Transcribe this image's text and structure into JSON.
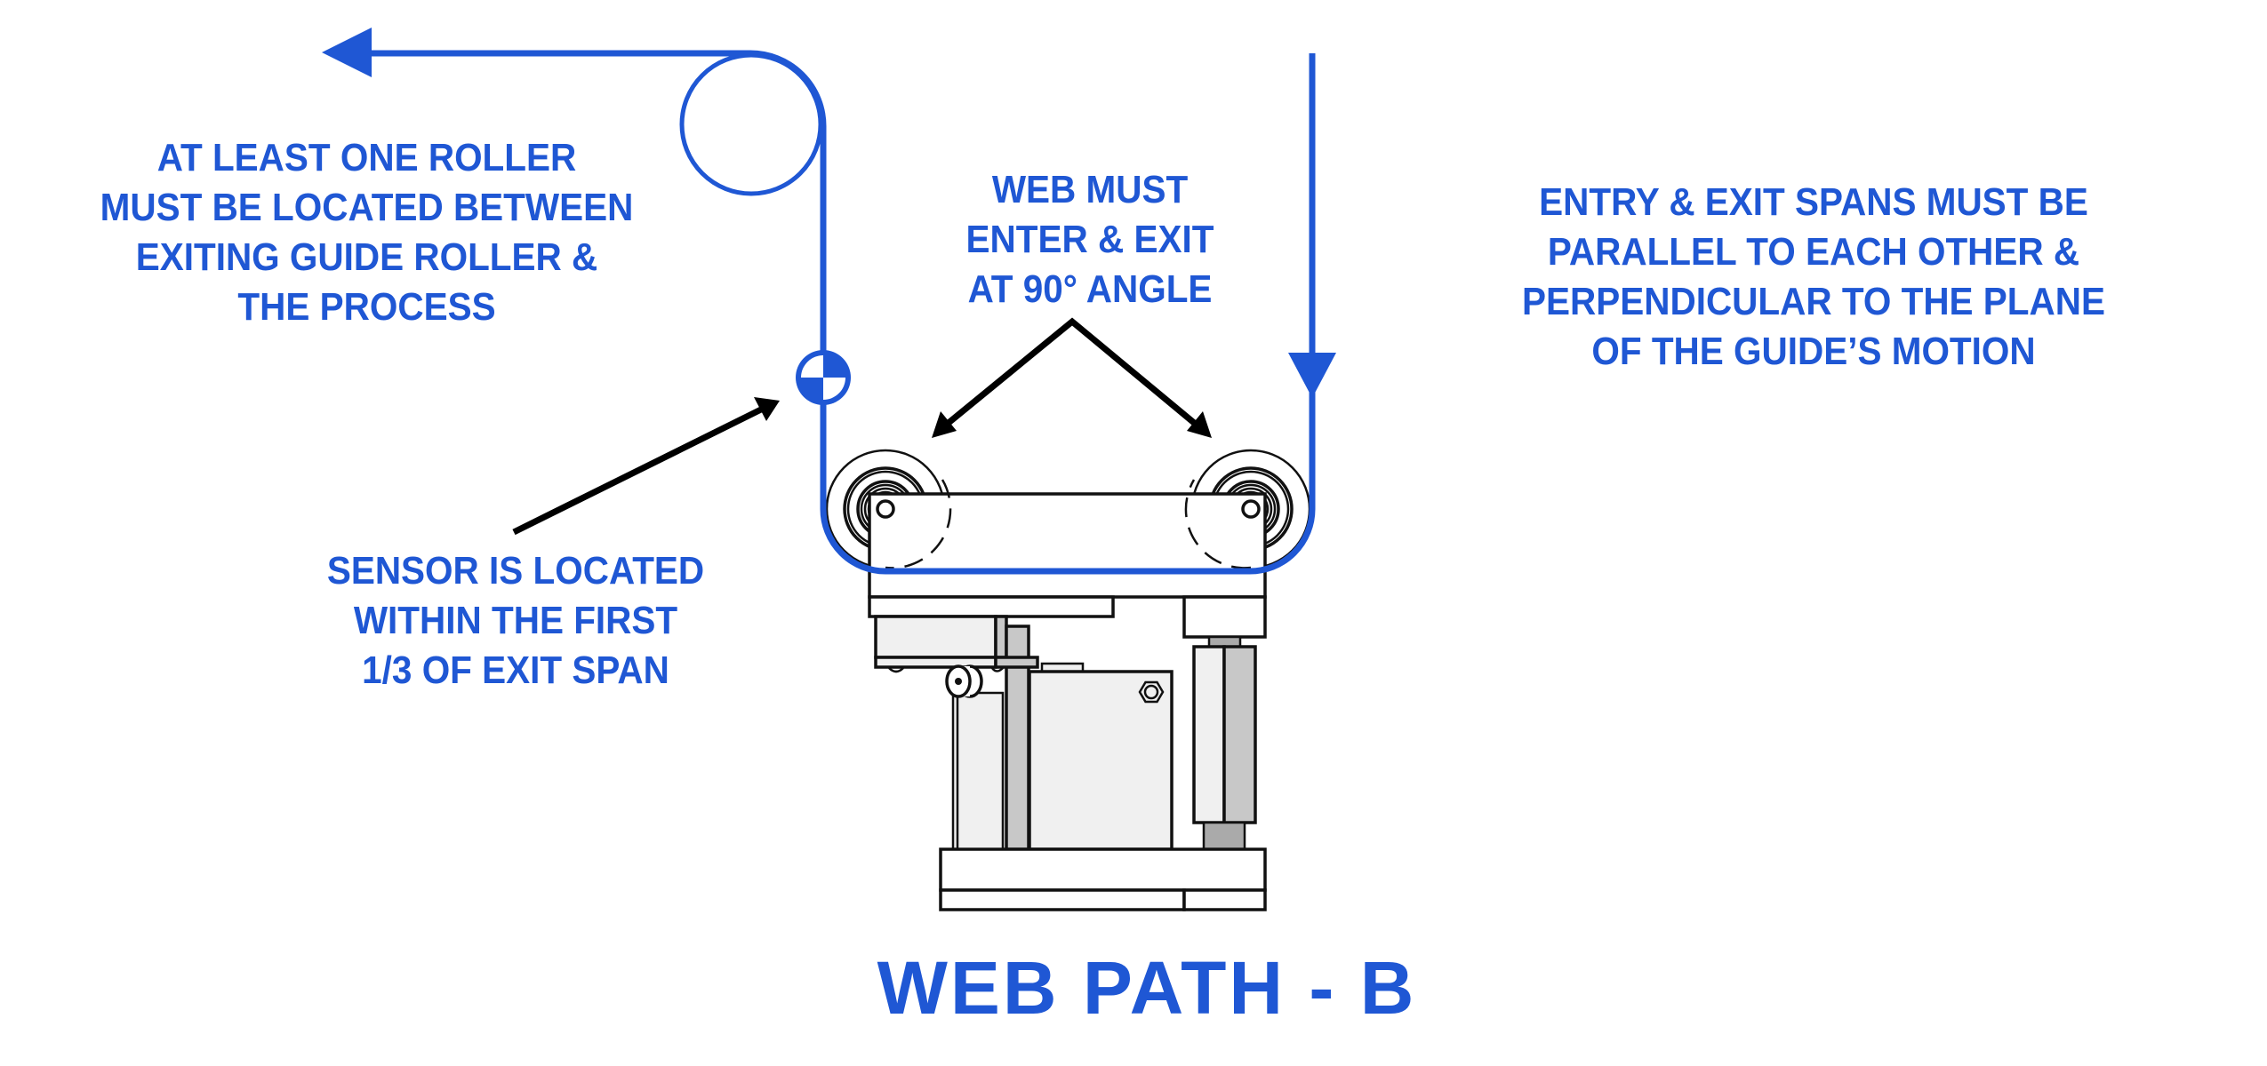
{
  "title": "WEB PATH - B",
  "notes": {
    "roller": {
      "lines": [
        "AT LEAST ONE ROLLER",
        "MUST BE LOCATED BETWEEN",
        "EXITING GUIDE ROLLER &",
        "THE PROCESS"
      ]
    },
    "angle": {
      "lines": [
        "WEB MUST",
        "ENTER & EXIT",
        "AT 90° ANGLE"
      ]
    },
    "spans": {
      "lines": [
        "ENTRY & EXIT SPANS MUST BE",
        "PARALLEL TO EACH OTHER &",
        "PERPENDICULAR TO THE PLANE",
        "OF THE GUIDE’S MOTION"
      ]
    },
    "sensor": {
      "lines": [
        "SENSOR IS LOCATED",
        "WITHIN THE FIRST",
        "1/3 OF EXIT SPAN"
      ]
    }
  },
  "colors": {
    "annotation_blue": "#1f57d4",
    "callout_black": "#000000",
    "part_light_gray": "#f0f0f0",
    "part_mid_gray": "#c8c8c8"
  },
  "icons": {
    "web_exit_arrow": "arrow-left-icon",
    "web_entry_arrow": "arrow-down-icon",
    "sensor": "edge-sensor-icon",
    "idler_roller": "roller-icon"
  }
}
